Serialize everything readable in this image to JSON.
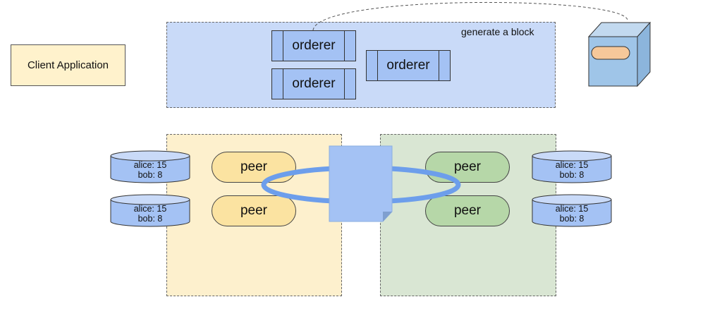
{
  "client": {
    "label": "Client Application"
  },
  "ordering_service": {
    "caption": "generate a block",
    "orderers": [
      "orderer",
      "orderer",
      "orderer"
    ]
  },
  "org1": {
    "peers": [
      "peer",
      "peer"
    ]
  },
  "org2": {
    "peers": [
      "peer",
      "peer"
    ]
  },
  "ledgers": {
    "left": [
      {
        "line1": "alice: 15",
        "line2": "bob: 8"
      },
      {
        "line1": "alice: 15",
        "line2": "bob: 8"
      }
    ],
    "right": [
      {
        "line1": "alice: 15",
        "line2": "bob: 8"
      },
      {
        "line1": "alice: 15",
        "line2": "bob: 8"
      }
    ]
  },
  "colors": {
    "ring": "#6d9eeb",
    "document": "#a4c2f4",
    "block": "#9fc5e8",
    "block_slot": "#f6c89a"
  }
}
